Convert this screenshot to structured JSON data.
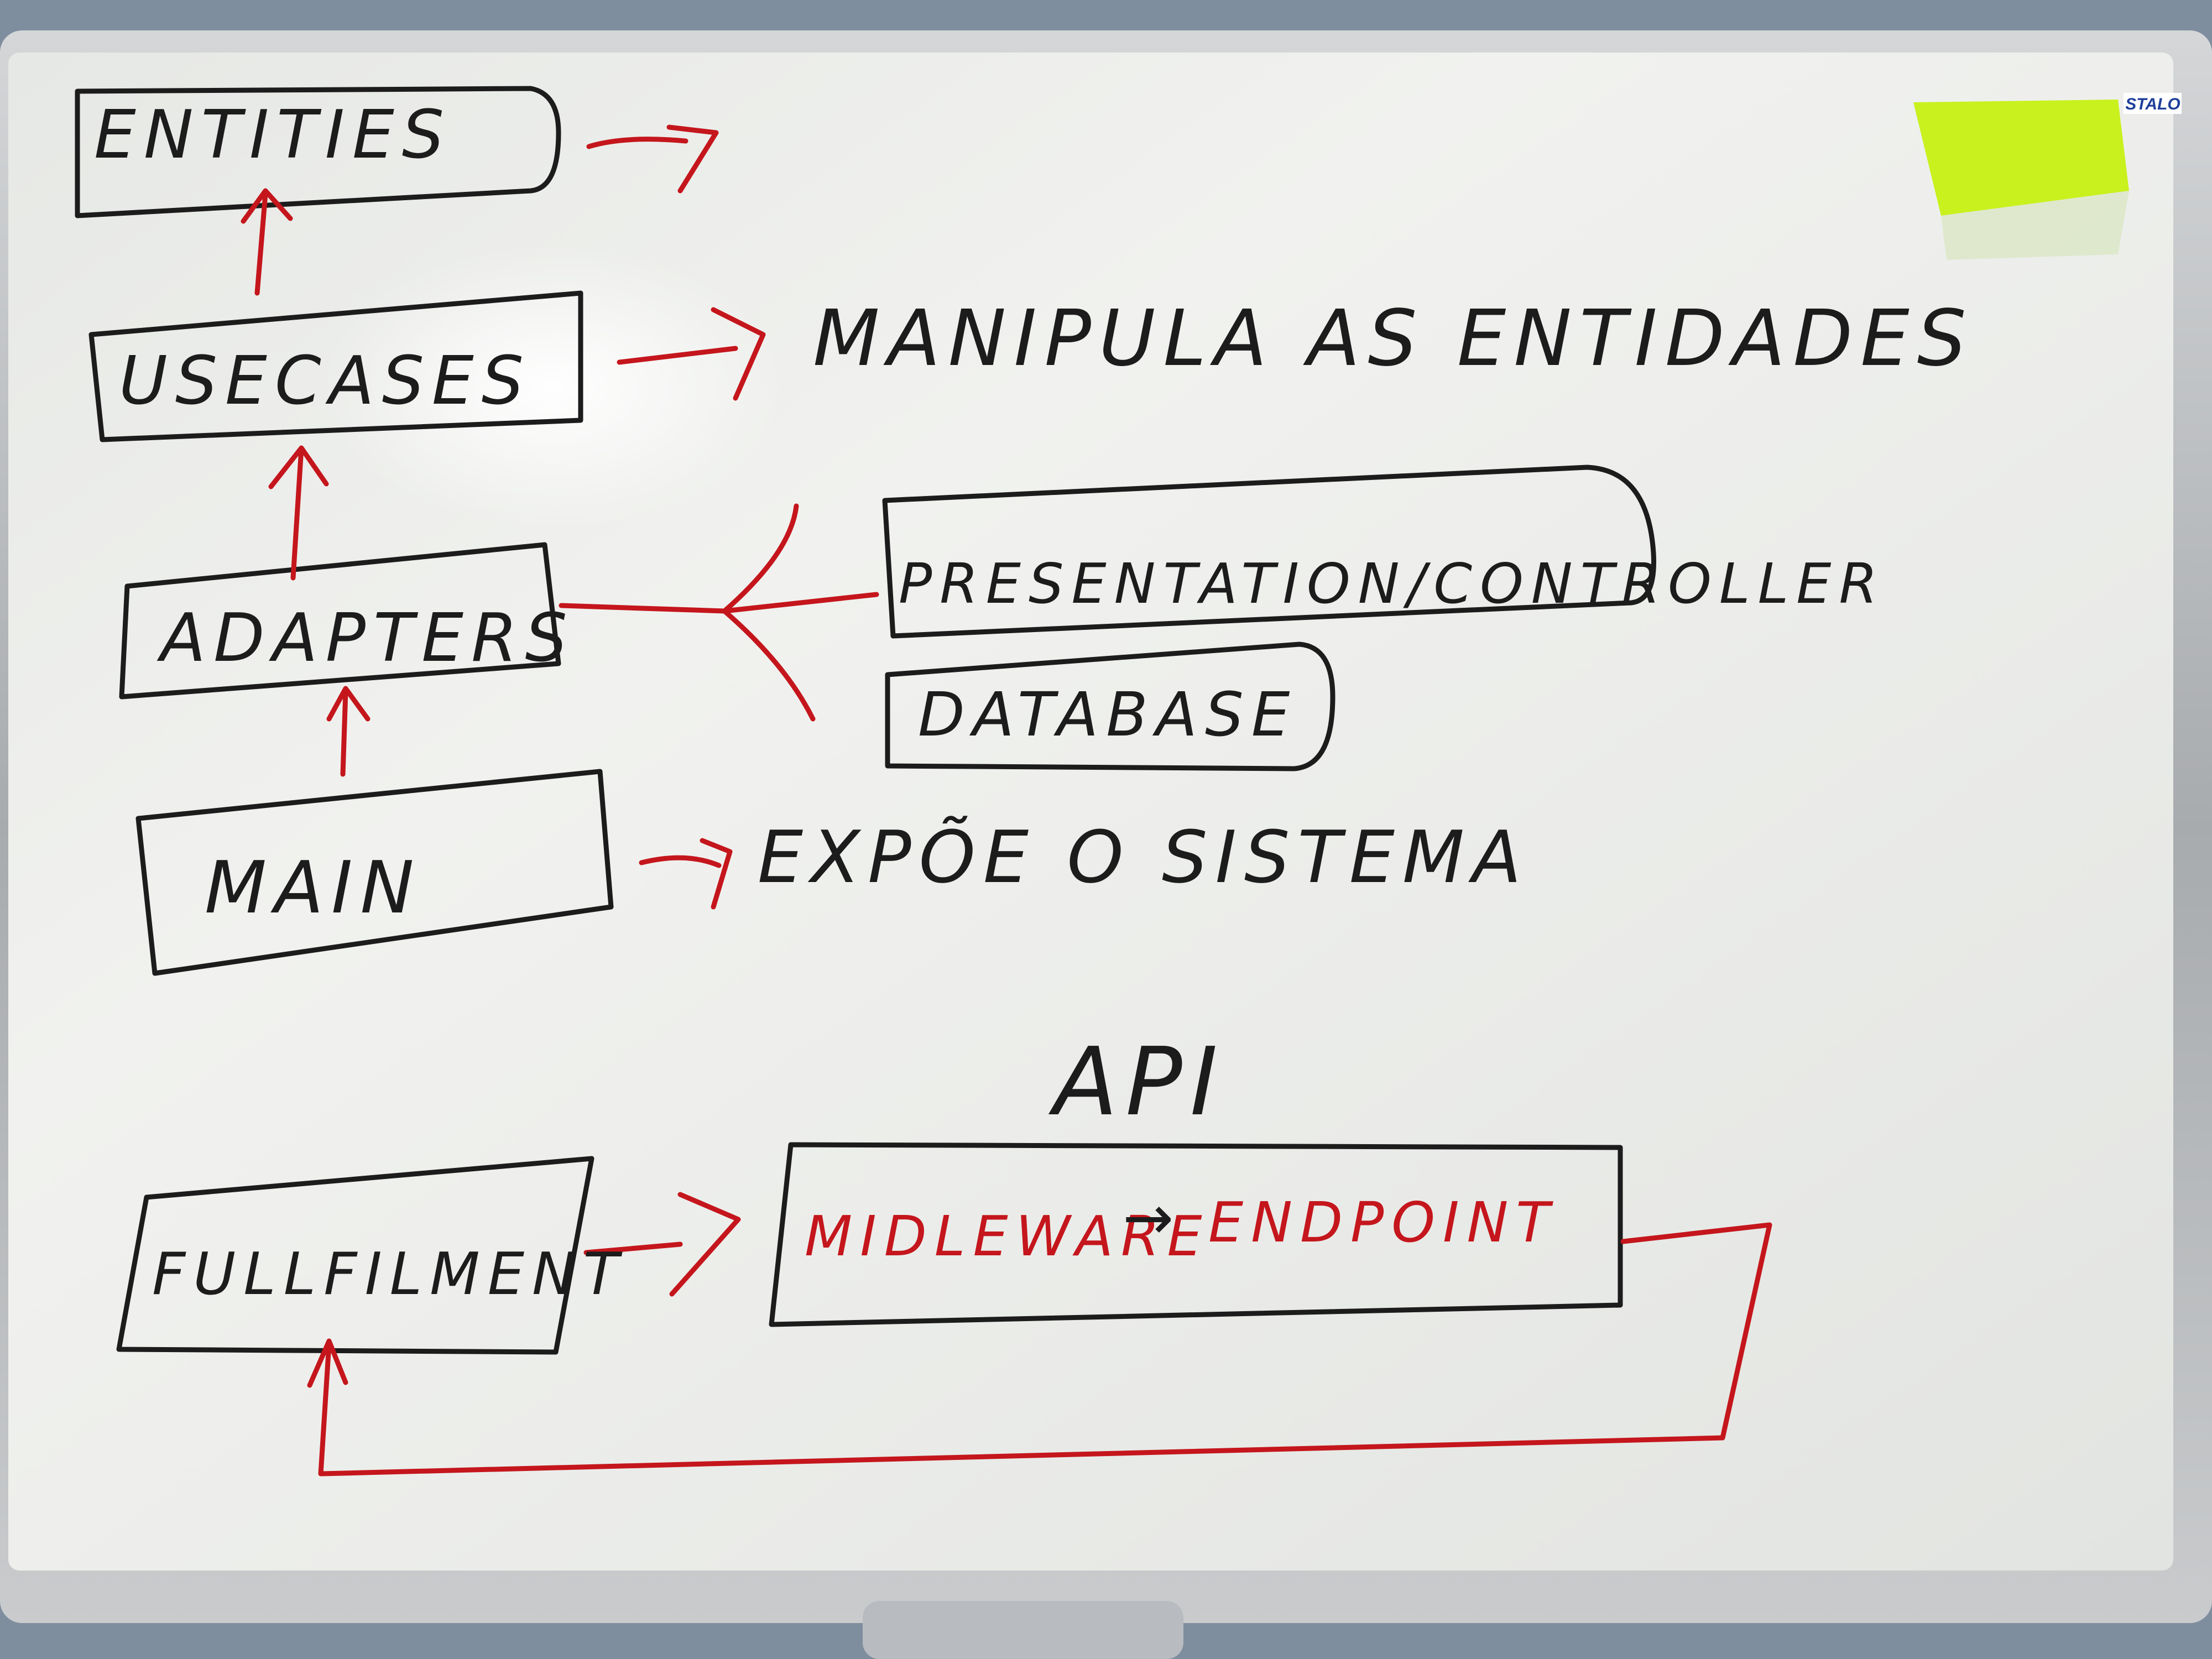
{
  "board": {
    "brand": "STALO",
    "colors": {
      "ink": "#1c1c1c",
      "accent": "#c4161c",
      "board": "#eceeea",
      "note": "#c8f11e"
    }
  },
  "layers": {
    "entities": "ENTITIES",
    "usecases": "USECASES",
    "adapters": "ADAPTERS",
    "main": "MAIN"
  },
  "annotations": {
    "usecases_note": "MANIPULA AS ENTIDADES",
    "main_note": "EXPÕE O SISTEMA"
  },
  "adapter_branches": {
    "presentation": "PRESENTATION/CONTROLLER",
    "database": "DATABASE"
  },
  "api": {
    "title": "API",
    "middleware": "MIDLEWARE",
    "arrow": "→",
    "endpoint": "ENDPOINT"
  },
  "fulfilment": {
    "label": "FULLFILMENT"
  }
}
